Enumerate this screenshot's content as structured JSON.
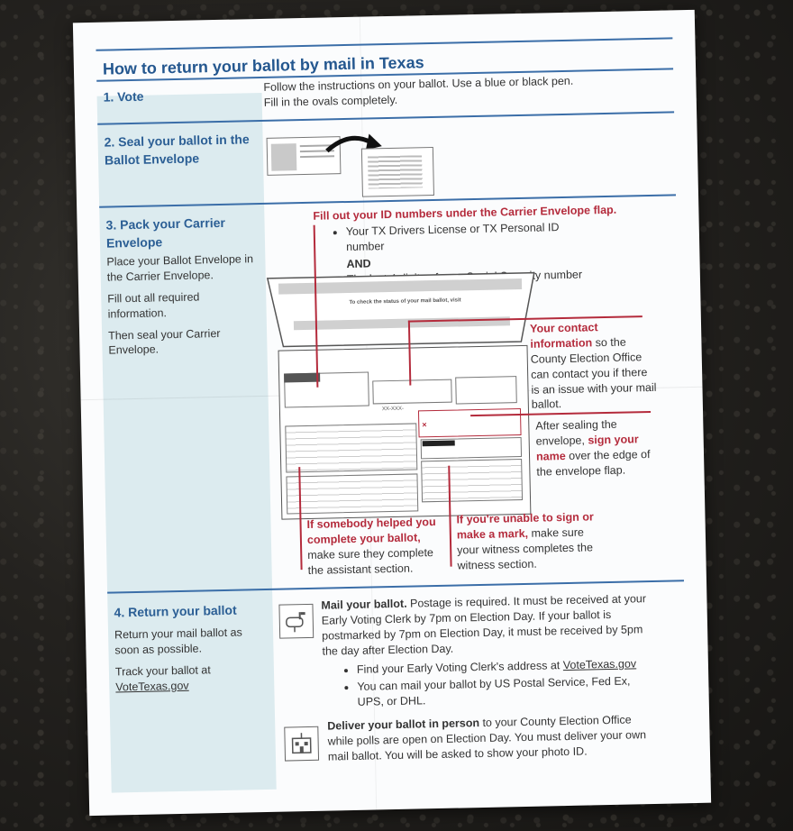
{
  "title": "How to return your ballot by mail in Texas",
  "step1": {
    "heading": "1. Vote",
    "text": "Follow the instructions on your ballot. Use a blue or black pen. Fill in the ovals completely."
  },
  "step2": {
    "heading": "2. Seal your ballot in the Ballot Envelope"
  },
  "step3": {
    "heading": "3. Pack your Carrier Envelope",
    "p1": "Place your Ballot Envelope in the Carrier Envelope.",
    "p2": "Fill out all required information.",
    "p3": "Then seal your Carrier Envelope.",
    "id_heading": "Fill out your ID numbers under the Carrier Envelope flap.",
    "id_item1": "Your TX Drivers License or TX Personal ID number",
    "id_and": "AND",
    "id_item2": "The last 4 digits of your Social Security number",
    "envelope_flap_text": "To check the status of your mail ballot, visit",
    "contact_bold": "Your contact information",
    "contact_rest": " so the County Election Office can contact you if there is an issue with your mail ballot.",
    "sign_pre": "After sealing the envelope, ",
    "sign_bold": "sign your name",
    "sign_post": " over the edge of the envelope flap.",
    "helped_bold": "If somebody helped you complete your ballot,",
    "helped_rest": " make sure they complete the assistant section.",
    "unable_bold": "If you're unable to sign or make a mark,",
    "unable_rest": " make sure your witness completes the witness section.",
    "env_xx": "XX-XXX-"
  },
  "step4": {
    "heading": "4. Return your ballot",
    "p1": "Return your mail ballot as soon as possible.",
    "p2": "Track your ballot at",
    "p2_link": "VoteTexas.gov",
    "mail_bold": "Mail your ballot.",
    "mail_rest": " Postage is required. It must be received at your Early Voting Clerk by 7pm on Election Day. If your ballot is postmarked by 7pm on Election Day, it must be received by 5pm the day after Election Day.",
    "bullet1_pre": "Find your Early Voting Clerk's address at ",
    "bullet1_link": "VoteTexas.gov",
    "bullet2": "You can mail your ballot by US Postal Service, Fed Ex, UPS, or DHL.",
    "person_bold": "Deliver your ballot in person",
    "person_rest": " to your County Election Office while polls are open on Election Day. You must deliver your own mail ballot. You will be asked to show your photo ID."
  },
  "colors": {
    "heading_blue": "#2c5f95",
    "rule_blue": "#3b6ea8",
    "accent_red": "#b42b3c",
    "panel_blue": "#dcebef"
  },
  "icons": [
    "arrow-icon",
    "mailbox-icon",
    "building-icon"
  ]
}
